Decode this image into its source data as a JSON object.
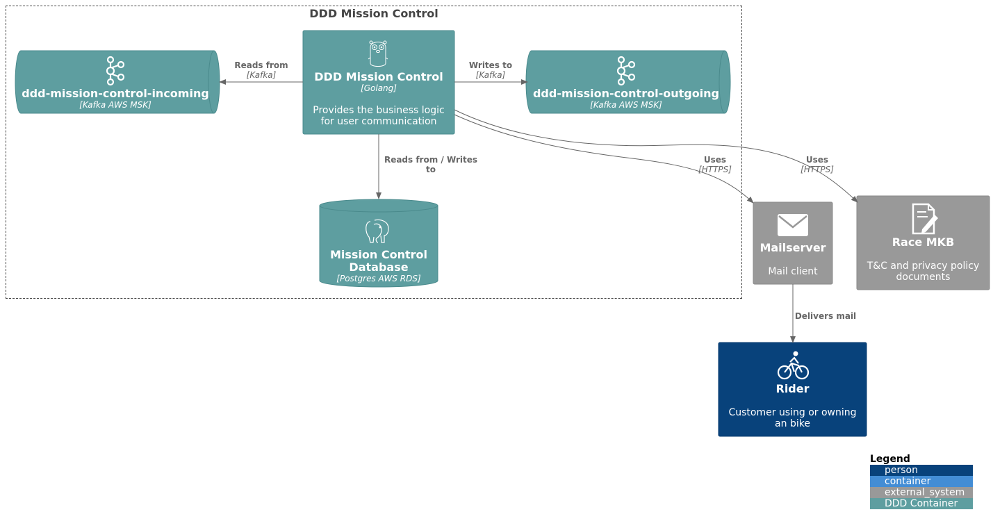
{
  "boundary": {
    "title": "DDD Mission Control"
  },
  "nodes": {
    "incoming": {
      "name": "ddd-mission-control-incoming",
      "tech": "[Kafka AWS MSK]",
      "icon": "kafka-icon",
      "color": "#5e9ea0"
    },
    "service": {
      "name": "DDD Mission Control",
      "tech": "[Golang]",
      "desc": "Provides the business logic for user communication",
      "icon": "gopher-icon",
      "color": "#5e9ea0"
    },
    "outgoing": {
      "name": "ddd-mission-control-outgoing",
      "tech": "[Kafka AWS MSK]",
      "icon": "kafka-icon",
      "color": "#5e9ea0"
    },
    "database": {
      "name": "Mission Control Database",
      "tech": "[Postgres AWS RDS]",
      "icon": "postgres-elephant-icon",
      "color": "#5e9ea0"
    },
    "mailserver": {
      "name": "Mailserver",
      "desc": "Mail client",
      "icon": "envelope-icon",
      "color": "#999999"
    },
    "race_mkb": {
      "name": "Race MKB",
      "desc": "T&C and privacy policy documents",
      "icon": "document-edit-icon",
      "color": "#999999"
    },
    "rider": {
      "name": "Rider",
      "desc": "Customer using or owning an bike",
      "icon": "cyclist-icon",
      "color": "#08427b"
    }
  },
  "relations": {
    "reads_from": {
      "label": "Reads from",
      "tech": "[Kafka]"
    },
    "writes_to": {
      "label": "Writes to",
      "tech": "[Kafka]"
    },
    "reads_writes": {
      "label": "Reads from / Writes to"
    },
    "uses_mail": {
      "label": "Uses",
      "tech": "[HTTPS]"
    },
    "uses_mkb": {
      "label": "Uses",
      "tech": "[HTTPS]"
    },
    "delivers": {
      "label": "Delivers mail"
    }
  },
  "legend": {
    "title": "Legend",
    "items": [
      {
        "label": "person",
        "color": "#08427b"
      },
      {
        "label": "container",
        "color": "#438dd5"
      },
      {
        "label": "external_system",
        "color": "#999999"
      },
      {
        "label": "DDD Container",
        "color": "#5e9ea0"
      }
    ]
  }
}
